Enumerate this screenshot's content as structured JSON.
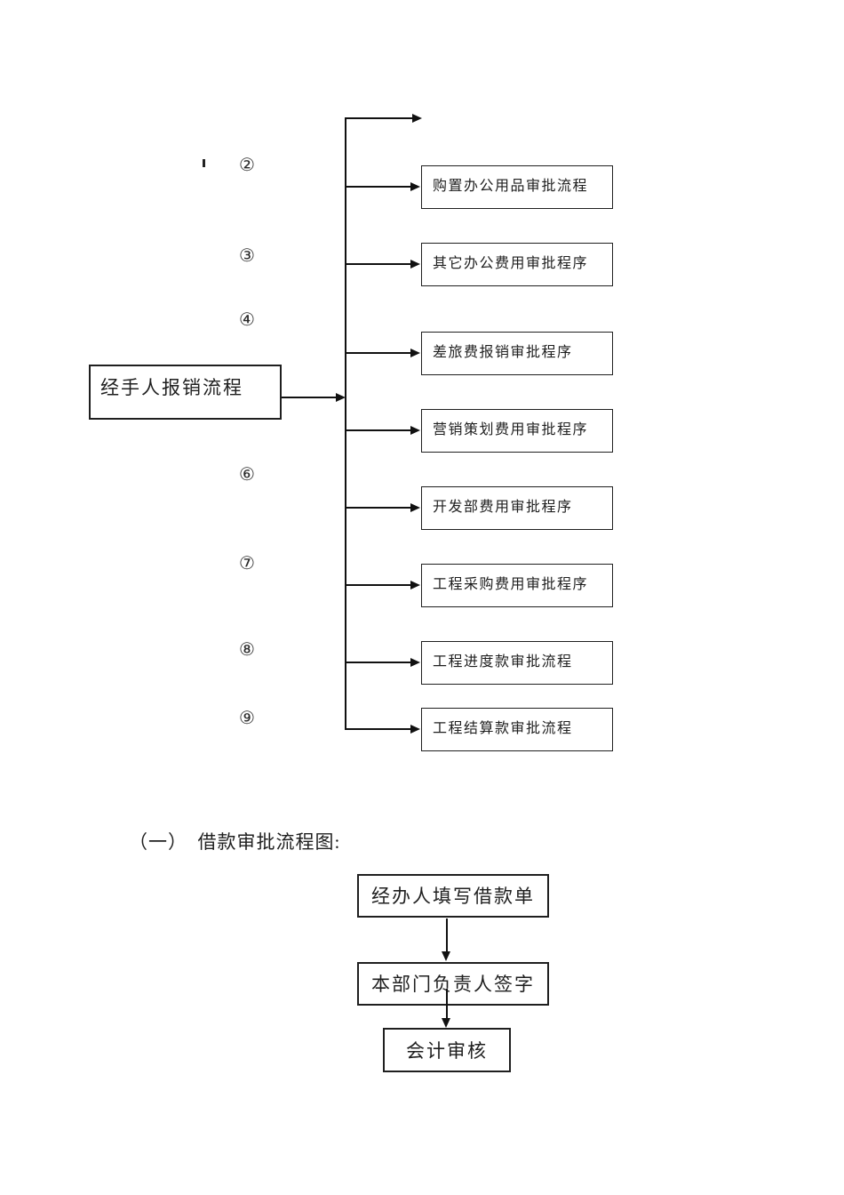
{
  "top_flowchart": {
    "source_label": "经手人报销流程",
    "circled_numbers": [
      "②",
      "③",
      "④",
      "⑥",
      "⑦",
      "⑧",
      "⑨"
    ],
    "targets": [
      {
        "label": "购置办公用品审批流程"
      },
      {
        "label": "其它办公费用审批程序"
      },
      {
        "label": "差旅费报销审批程序"
      },
      {
        "label": "营销策划费用审批程序"
      },
      {
        "label": "开发部费用审批程序"
      },
      {
        "label": "工程采购费用审批程序"
      },
      {
        "label": "工程进度款审批流程"
      },
      {
        "label": "工程结算款审批流程"
      }
    ]
  },
  "section_heading": "（一）　借款审批流程图:",
  "loan_flowchart": {
    "steps": [
      "经办人填写借款单",
      "本部门负责人签字",
      "会计审核"
    ]
  },
  "colors": {
    "background": "#ffffff",
    "line": "#111111",
    "text": "#1f1f1f"
  }
}
